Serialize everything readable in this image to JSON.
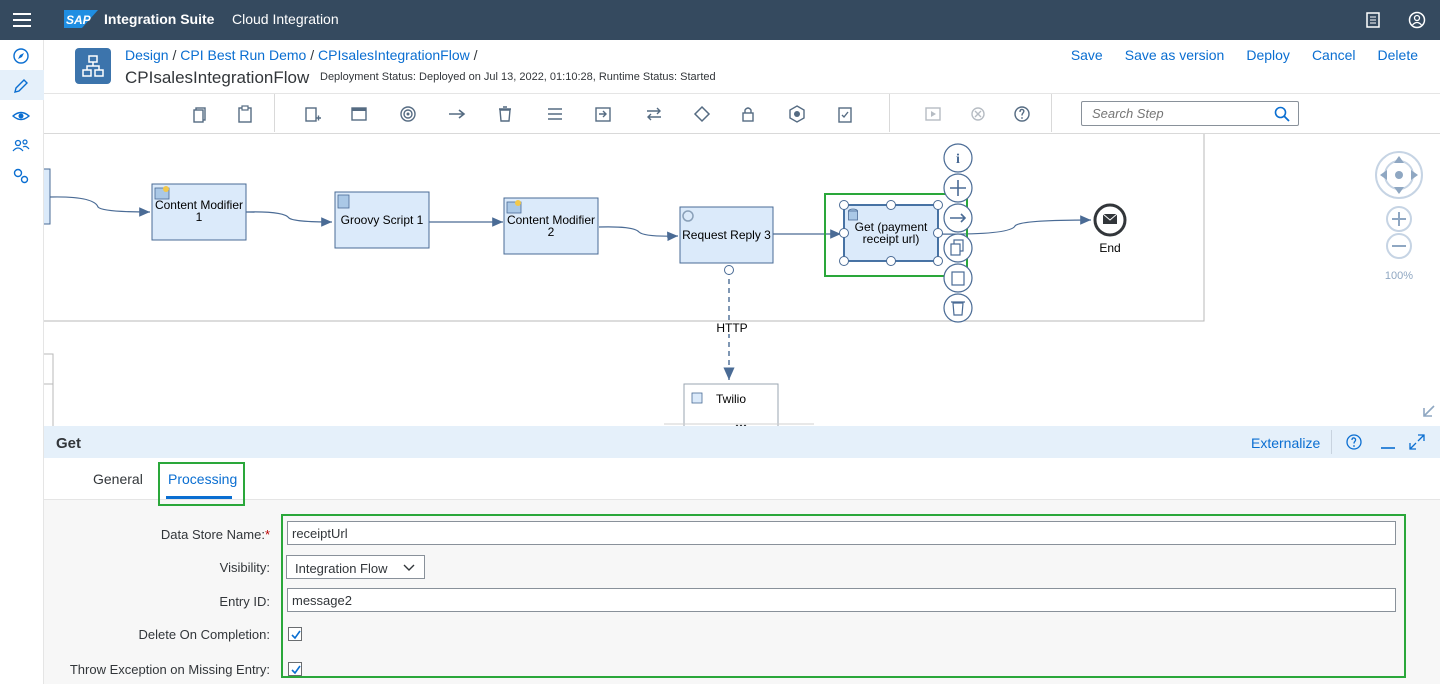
{
  "shell": {
    "logo_text": "SAP",
    "product": "Integration Suite",
    "subtitle": "Cloud Integration",
    "icons": [
      "menu-icon",
      "notes-icon",
      "user-icon"
    ]
  },
  "leftnav": {
    "items": [
      "discover-icon",
      "design-pencil-icon",
      "monitor-eye-icon",
      "settings-people-icon",
      "settings-gears-icon"
    ],
    "active_index": 1
  },
  "header": {
    "breadcrumbs": [
      "Design",
      "CPI Best Run Demo",
      "CPIsalesIntegrationFlow"
    ],
    "separator": "/",
    "title": "CPIsalesIntegrationFlow",
    "deployment_status": "Deployment Status: Deployed on Jul 13, 2022, 01:10:28, Runtime Status: Started",
    "actions": [
      "Save",
      "Save as version",
      "Deploy",
      "Cancel",
      "Delete"
    ]
  },
  "palette": {
    "search_placeholder": "Search Step",
    "icons": [
      "copy-icon",
      "paste-icon",
      "add-participant-icon",
      "pool-icon",
      "event-icon",
      "connector-icon",
      "delete-icon",
      "menu-lines-icon",
      "call-icon",
      "routing-icon",
      "gateway-icon",
      "security-icon",
      "persistence-icon",
      "validator-icon",
      "simulate-icon",
      "stop-simulate-icon",
      "help-icon"
    ]
  },
  "canvas": {
    "steps": [
      {
        "label": "Content Modifier 1"
      },
      {
        "label": "Groovy Script 1"
      },
      {
        "label": "Content Modifier 2"
      },
      {
        "label": "Request Reply 3"
      },
      {
        "label": "Get (payment receipt url)"
      }
    ],
    "end_event": "End",
    "receiver": "Twilio",
    "connection_label": "HTTP",
    "zoom": "100%",
    "context_actions": [
      "info-icon",
      "add-icon",
      "connect-arrow-icon",
      "copy-icon",
      "paste-icon",
      "delete-icon"
    ]
  },
  "props": {
    "title": "Get",
    "externalize": "Externalize",
    "tabs": [
      "General",
      "Processing"
    ],
    "selected_tab": "Processing",
    "fields": {
      "data_store_name_label": "Data Store Name:",
      "required_marker": "*",
      "data_store_name_value": "receiptUrl",
      "visibility_label": "Visibility:",
      "visibility_value": "Integration Flow",
      "entry_id_label": "Entry ID:",
      "entry_id_value": "message2",
      "delete_on_completion_label": "Delete On Completion:",
      "delete_on_completion": true,
      "throw_exception_label": "Throw Exception on Missing Entry:",
      "throw_exception": true
    }
  },
  "colors": {
    "shell_bg": "#354a5f",
    "link": "#0a6ed1",
    "highlight": "#2aa73a",
    "step_fill": "#dbeafa",
    "step_border": "#4a6b95"
  }
}
